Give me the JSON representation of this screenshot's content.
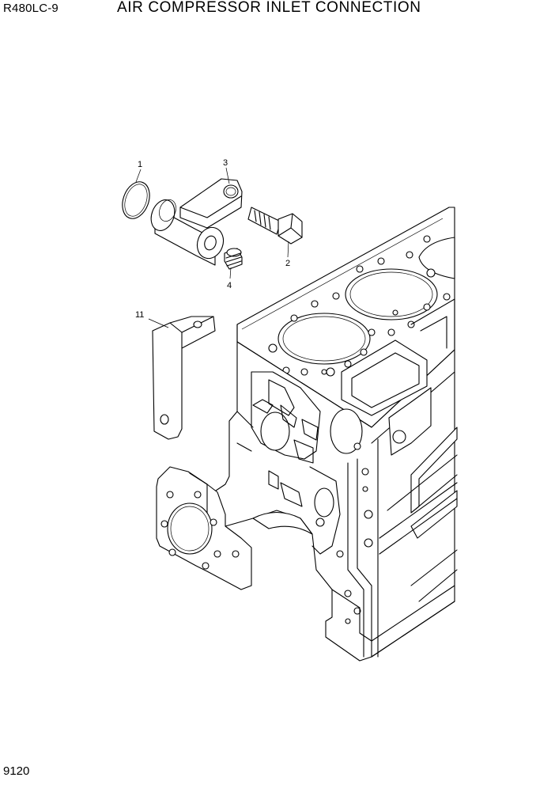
{
  "header": {
    "model_code": "R480LC-9",
    "title": "AIR COMPRESSOR INLET CONNECTION"
  },
  "footer": {
    "page_number": "9120"
  },
  "callouts": [
    {
      "label": "1"
    },
    {
      "label": "2"
    },
    {
      "label": "3"
    },
    {
      "label": "4"
    },
    {
      "label": "11"
    }
  ]
}
